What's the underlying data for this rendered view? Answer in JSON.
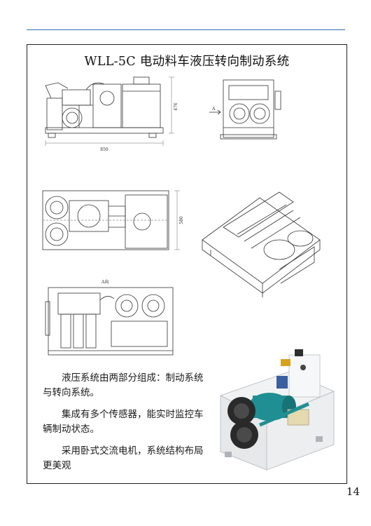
{
  "page": {
    "title": "WLL-5C 电动料车液压转向制动系统",
    "page_number": "14"
  },
  "drawing_front": {
    "dim_width": "850",
    "dim_height": "476"
  },
  "drawing_top": {
    "dim_depth": "580"
  },
  "drawing_side": {
    "arrow_label": "A"
  },
  "drawing_rear": {
    "view_label": "A向"
  },
  "description": [
    "液压系统由两部分组成：制动系统与转向系统。",
    "集成有多个传感器，能实时监控车辆制动状态。",
    "采用卧式交流电机，系统结构布局更美观"
  ],
  "colors": {
    "rule": "#2f6fb0",
    "line": "#333333",
    "motor": "#1f8f93",
    "frame_steel": "#e4e6e8"
  }
}
